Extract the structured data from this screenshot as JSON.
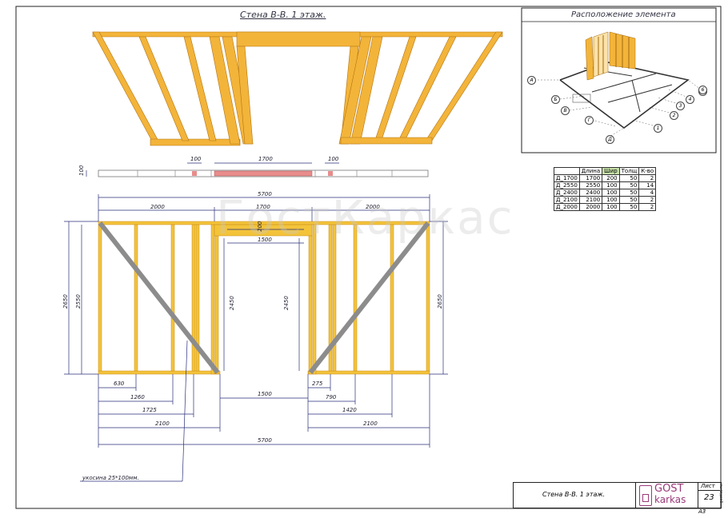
{
  "title": "Стена В-В. 1 этаж.",
  "location_title": "Расположение элемента",
  "watermark": "ГостКаркас",
  "dims": {
    "d100a": "100",
    "d1700top": "1700",
    "d100b": "100",
    "d100side": "100",
    "d5700top": "5700",
    "d2000l": "2000",
    "d1700mid": "1700",
    "d2000r": "2000",
    "d200": "200",
    "d1500in": "1500",
    "d2650l": "2650",
    "d2550l": "2550",
    "d2450a": "2450",
    "d2450b": "2450",
    "d2650r": "2650",
    "d630": "630",
    "d1260": "1260",
    "d1725": "1725",
    "d2100l": "2100",
    "d1500bot": "1500",
    "d275": "275",
    "d790": "790",
    "d1420": "1420",
    "d2100r": "2100",
    "d5700bot": "5700"
  },
  "note": "укосина 25*100мм.",
  "axis_labels": [
    "А",
    "Б",
    "В",
    "Г",
    "Д",
    "1",
    "2",
    "3",
    "4",
    "5",
    "6"
  ],
  "spec": {
    "headers": [
      "",
      "Длина",
      "Шир",
      "Толщ",
      "К-во"
    ],
    "rows": [
      [
        "Д_1700",
        "1700",
        "200",
        "50",
        "2"
      ],
      [
        "Д_2550",
        "2550",
        "100",
        "50",
        "14"
      ],
      [
        "Д_2400",
        "2400",
        "100",
        "50",
        "4"
      ],
      [
        "Д_2100",
        "2100",
        "100",
        "50",
        "2"
      ],
      [
        "Д_2000",
        "2000",
        "100",
        "50",
        "2"
      ]
    ]
  },
  "stamp": {
    "name": "Стена В-В.  1 этаж.",
    "logo_gost": "GOST",
    "logo_karkas": "karkas",
    "sheet_label": "Лист",
    "sheet_no": "23",
    "format": "А3",
    "site": "gostka.ru"
  },
  "colors": {
    "timber": "#f3c33a",
    "timber_dark": "#c98b1c",
    "brace": "#8c8c8c",
    "dim": "#2a2f7a",
    "opening": "#e88c8c"
  }
}
